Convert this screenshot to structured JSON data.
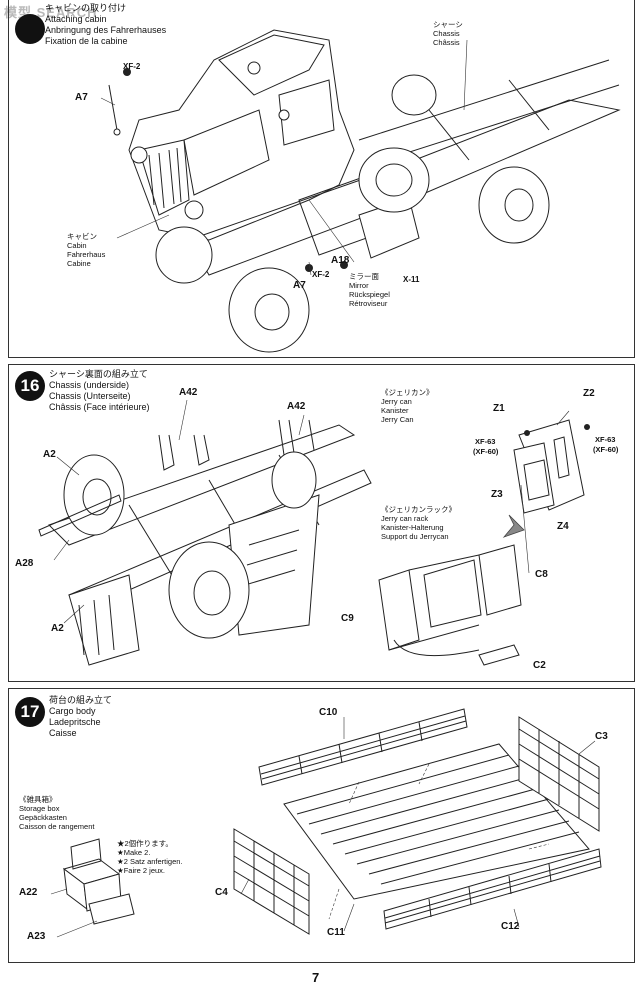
{
  "watermark": "模型 SEARCH",
  "page_number": "7",
  "step15": {
    "title_jp": "キャビンの取り付け",
    "title_en": "Attaching cabin",
    "title_de": "Anbringung des Fahrerhauses",
    "title_fr": "Fixation de la cabine",
    "chassis": [
      "シャーシ",
      "Chassis",
      "Châssis"
    ],
    "cabin": [
      "キャビン",
      "Cabin",
      "Fahrerhaus",
      "Cabine"
    ],
    "mirror": [
      "ミラー面",
      "Mirror",
      "Rückspiegel",
      "Rétroviseur"
    ],
    "parts": {
      "xf2_top": "XF-2",
      "a7_top": "A7",
      "a18": "A18",
      "xf2_bot": "XF-2",
      "a7_bot": "A7",
      "x11": "X-11"
    }
  },
  "step16": {
    "number": "16",
    "title_jp": "シャーシ裏面の組み立て",
    "title_en": "Chassis (underside)",
    "title_de": "Chassis (Unterseite)",
    "title_fr": "Châssis (Face intérieure)",
    "jerry_can": [
      "《ジェリカン》",
      "Jerry can",
      "Kanister",
      "Jerry Can"
    ],
    "jerry_rack": [
      "《ジェリカンラック》",
      "Jerry can rack",
      "Kanister-Halterung",
      "Support du Jerrycan"
    ],
    "parts": {
      "a42_left": "A42",
      "a42_right": "A42",
      "a2_top": "A2",
      "a28": "A28",
      "a2_bot": "A2",
      "z1": "Z1",
      "z2": "Z2",
      "z3": "Z3",
      "z4": "Z4",
      "xf63_left": "XF-63",
      "xf60_left": "(XF-60)",
      "xf63_right": "XF-63",
      "xf60_right": "(XF-60)",
      "c8": "C8",
      "c9": "C9",
      "c2": "C2"
    }
  },
  "step17": {
    "number": "17",
    "title_jp": "荷台の組み立て",
    "title_en": "Cargo body",
    "title_de": "Ladepritsche",
    "title_fr": "Caisse",
    "storage": [
      "《雑具箱》",
      "Storage box",
      "Gepäckkasten",
      "Caisson de rangement"
    ],
    "make2": [
      "★2個作ります。",
      "★Make 2.",
      "★2 Satz anfertigen.",
      "★Faire 2 jeux."
    ],
    "parts": {
      "c10": "C10",
      "c3": "C3",
      "c4": "C4",
      "c11": "C11",
      "c12": "C12",
      "a22": "A22",
      "a23": "A23"
    }
  }
}
